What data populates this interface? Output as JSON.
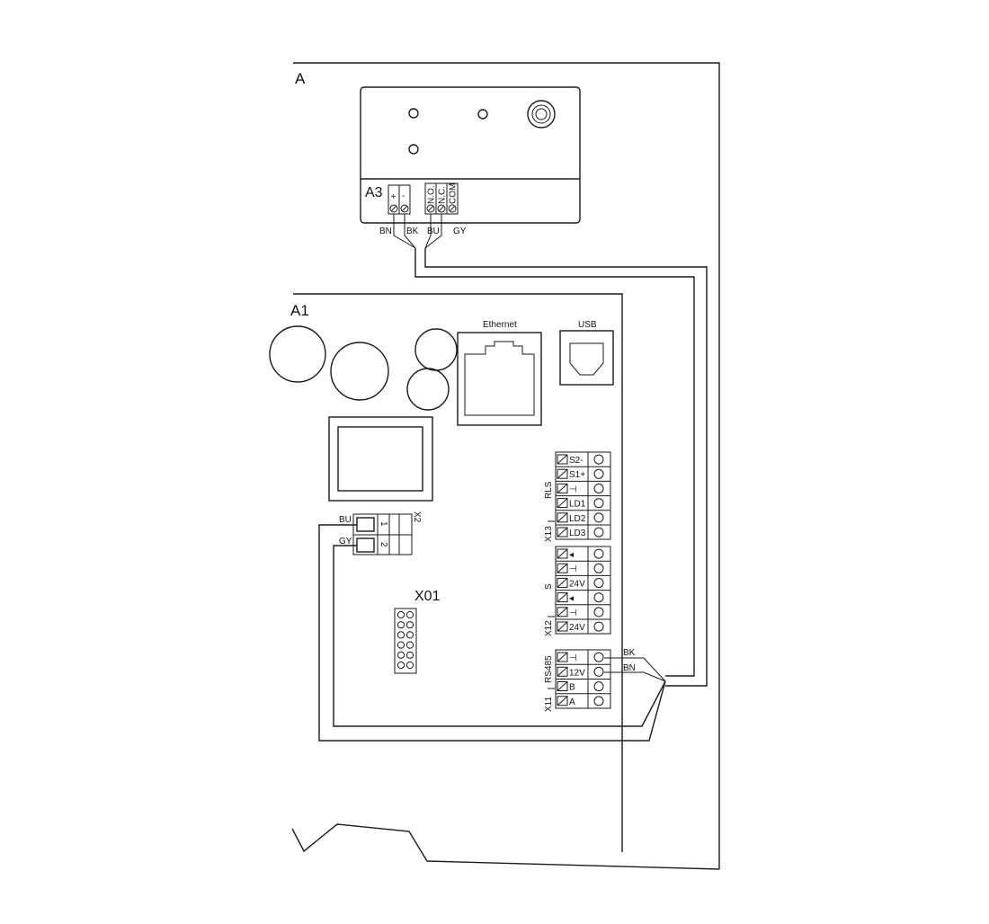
{
  "labels": {
    "A": "A",
    "A1": "A1",
    "A3": "A3",
    "ethernet": "Ethernet",
    "usb": "USB",
    "x01": "X01",
    "x2": "X2",
    "x13": "X13",
    "x12": "X12",
    "x11": "X11",
    "rls": "RLS",
    "s": "S",
    "rs485": "RS485"
  },
  "a3_terminals": [
    "+",
    "-",
    "N.O.",
    "N.C.",
    "COM"
  ],
  "a3_wires": [
    "BN",
    "BK",
    "BU",
    "GY"
  ],
  "x2_pins": [
    "1",
    "2"
  ],
  "x2_wires": [
    "BU",
    "GY"
  ],
  "rls_terminals": [
    "S2-",
    "S1+",
    "⊣",
    "LD1",
    "LD2",
    "LD3"
  ],
  "s_terminals": [
    "◂",
    "⊣",
    "24V",
    "◂",
    "⊣",
    "24V"
  ],
  "rs485_terminals": [
    "⊣",
    "12V",
    "B",
    "A"
  ],
  "rs485_wires": [
    "BK",
    "BN"
  ]
}
